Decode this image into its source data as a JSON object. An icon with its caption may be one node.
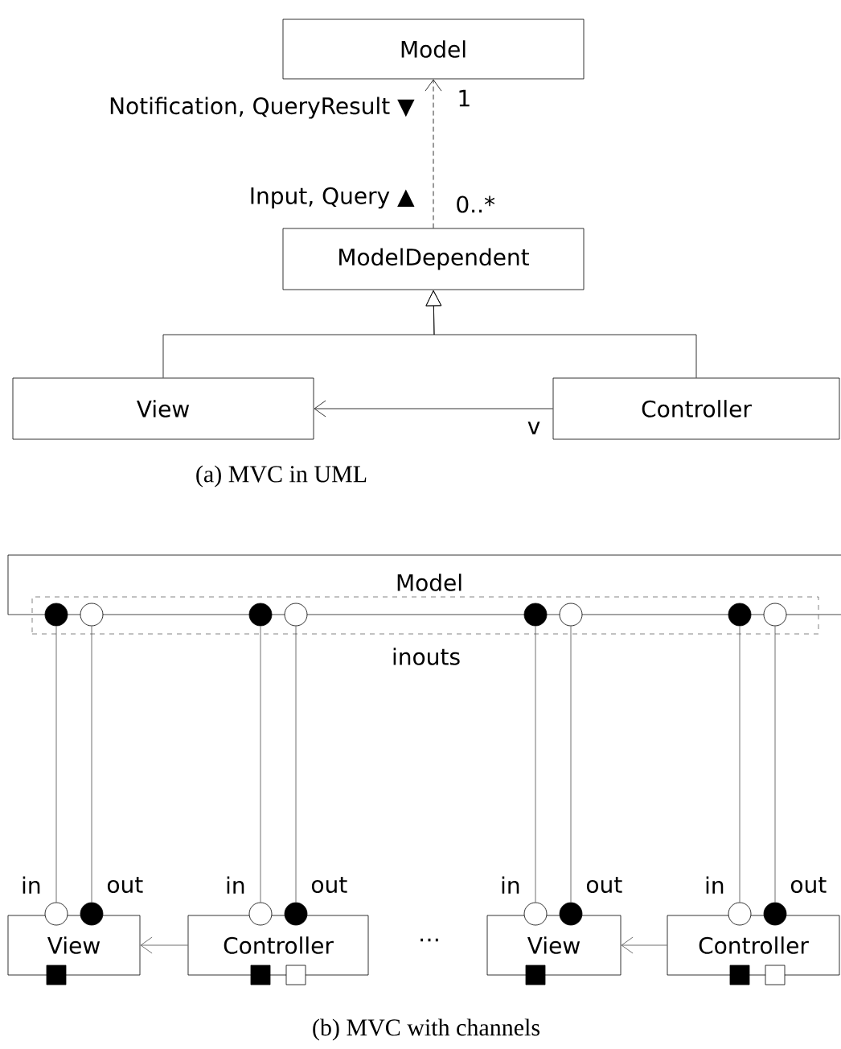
{
  "diagram": {
    "nodes": [
      {
        "text": [
          "Model"
        ]
      },
      {
        "text": [
          "ModelDependent"
        ]
      },
      {
        "text": [
          "View"
        ]
      },
      {
        "text": [
          "Controller"
        ]
      },
      {
        "text": [
          "Model"
        ]
      },
      {
        "text": [
          "inouts"
        ]
      },
      {
        "text": [],
        "shape": "circle",
        "in": 5
      },
      {
        "text": [],
        "shape": "circle",
        "in": 5
      },
      {
        "text": [],
        "shape": "circle",
        "in": 5
      },
      {
        "text": [],
        "shape": "circle",
        "in": 5
      },
      {
        "text": [],
        "shape": "circle",
        "in": 5
      },
      {
        "text": [],
        "shape": "circle",
        "in": 5
      },
      {
        "text": [],
        "shape": "circle",
        "in": 5
      },
      {
        "text": [],
        "shape": "circle",
        "in": 5
      },
      {
        "text": [
          "View"
        ]
      },
      {
        "text": [
          "Controller"
        ]
      },
      {
        "text": [
          "View"
        ]
      },
      {
        "text": [
          "Controller"
        ]
      },
      {
        "text": [],
        "shape": "circle",
        "beside": [
          "in"
        ]
      },
      {
        "text": [],
        "shape": "circle",
        "beside": [
          "out"
        ]
      },
      {
        "text": [],
        "shape": "circle",
        "beside": [
          "in"
        ]
      },
      {
        "text": [],
        "shape": "circle",
        "beside": [
          "out"
        ]
      },
      {
        "text": [],
        "shape": "circle",
        "beside": [
          "in"
        ]
      },
      {
        "text": [],
        "shape": "circle",
        "beside": [
          "out"
        ]
      },
      {
        "text": [],
        "shape": "circle",
        "beside": [
          "in"
        ]
      },
      {
        "text": [],
        "shape": "circle",
        "beside": [
          "out"
        ]
      }
    ],
    "edges": [
      {
        "from": 1,
        "to": 0,
        "arrow": "to",
        "style": "dashed"
      },
      {
        "from": 2,
        "to": 1,
        "arrow": "to"
      },
      {
        "from": 3,
        "to": 1,
        "arrow": "to"
      },
      {
        "from": 3,
        "to": 2,
        "arrow": "to",
        "label": "v"
      },
      {
        "from": 6,
        "to": 18,
        "arrow": "none"
      },
      {
        "from": 7,
        "to": 19,
        "arrow": "none"
      },
      {
        "from": 8,
        "to": 20,
        "arrow": "none"
      },
      {
        "from": 9,
        "to": 21,
        "arrow": "none"
      },
      {
        "from": 10,
        "to": 22,
        "arrow": "none"
      },
      {
        "from": 11,
        "to": 23,
        "arrow": "none"
      },
      {
        "from": 12,
        "to": 24,
        "arrow": "none"
      },
      {
        "from": 13,
        "to": 25,
        "arrow": "none"
      },
      {
        "from": 15,
        "to": 14,
        "arrow": "to"
      },
      {
        "from": 17,
        "to": 16,
        "arrow": "to"
      }
    ],
    "labels": [
      "Notification, QueryResult ▼",
      "1",
      "Input, Query ▲",
      "0..*",
      "(a) MVC in UML",
      "⋯",
      "(b) MVC with channels"
    ]
  }
}
